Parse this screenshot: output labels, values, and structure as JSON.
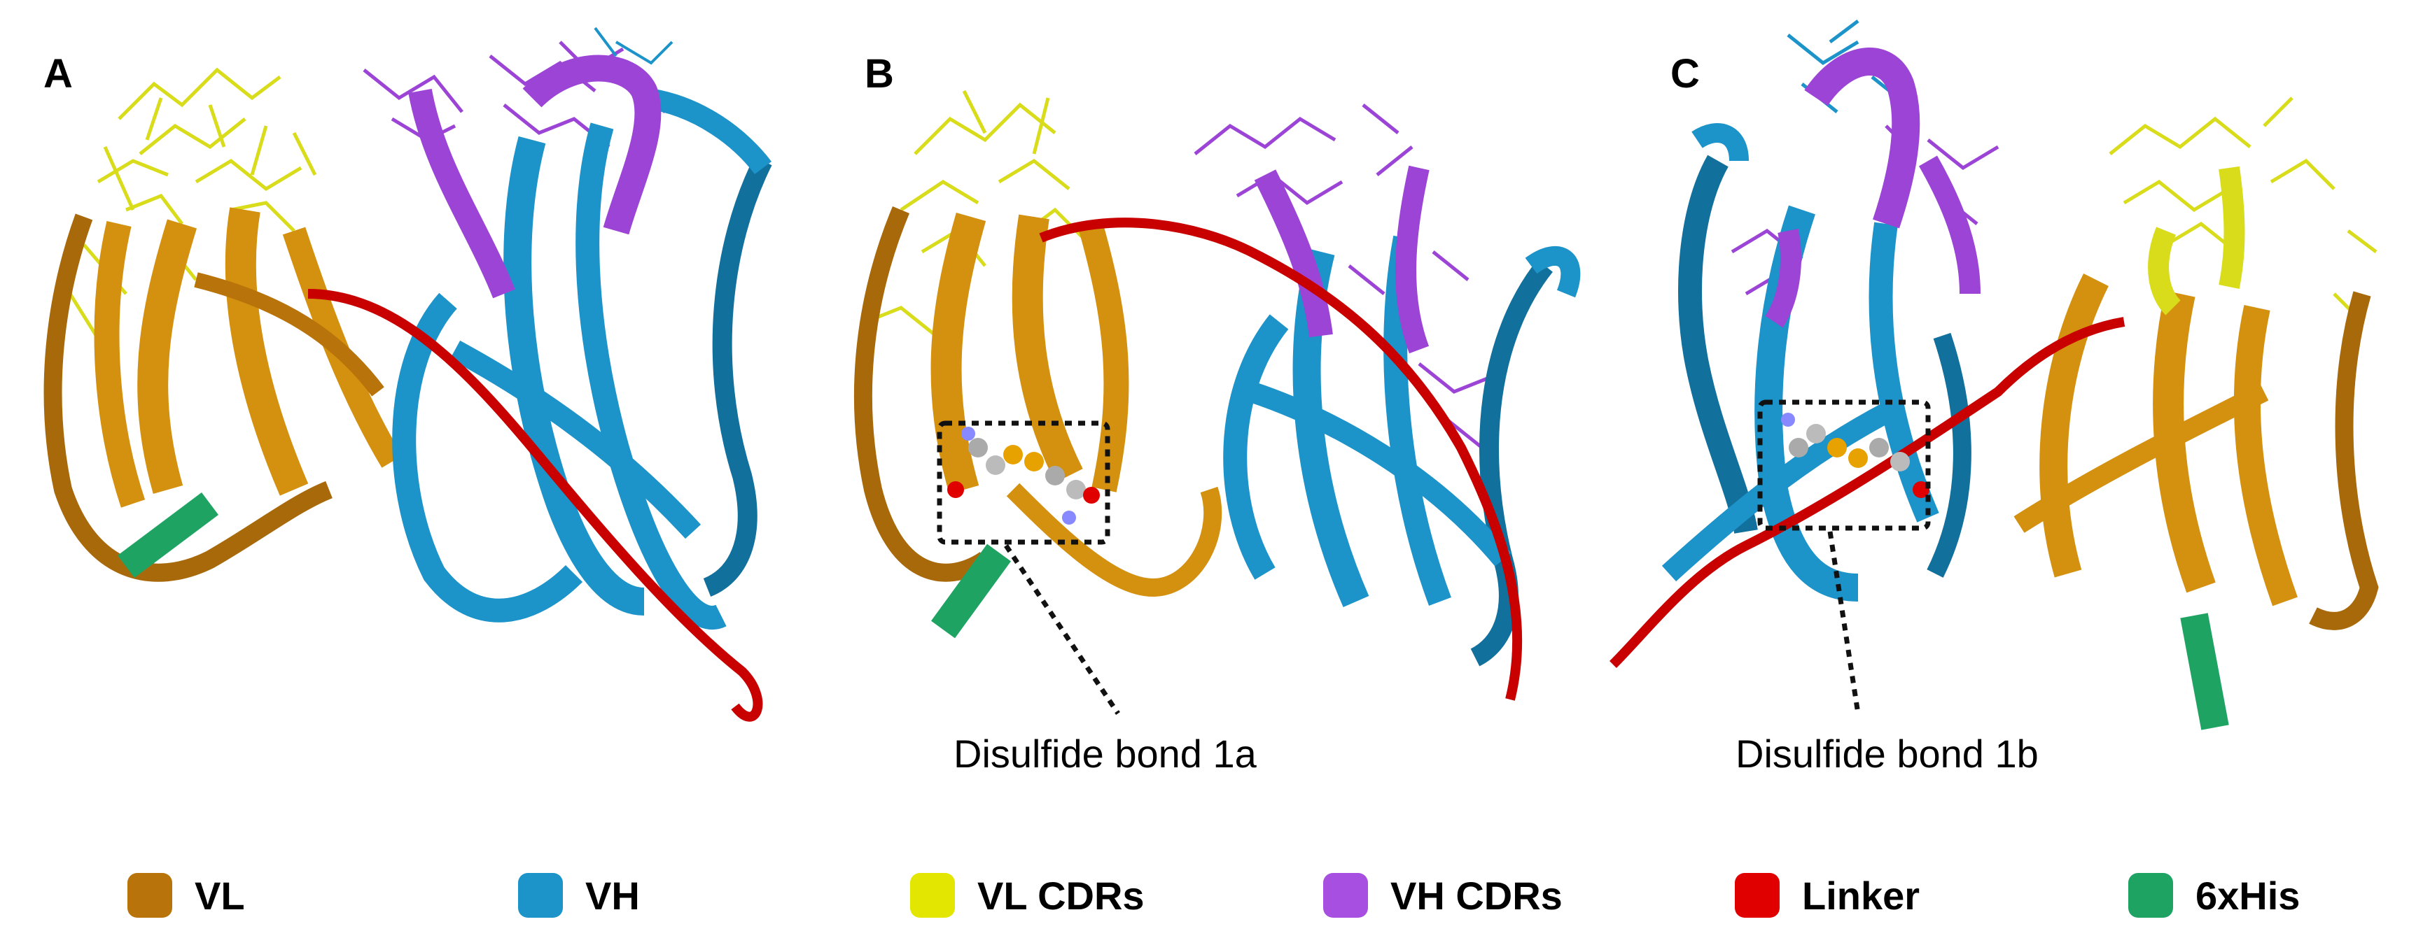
{
  "panels": [
    {
      "letter": "A",
      "caption": ""
    },
    {
      "letter": "B",
      "caption": "Disulfide bond 1a"
    },
    {
      "letter": "C",
      "caption": "Disulfide bond 1b"
    }
  ],
  "legend": [
    {
      "label": "VL",
      "color": "#B8730A"
    },
    {
      "label": "VH",
      "color": "#1C93C9"
    },
    {
      "label": "VL CDRs",
      "color": "#E3E600"
    },
    {
      "label": "VH CDRs",
      "color": "#A64FE0"
    },
    {
      "label": "Linker",
      "color": "#E00000"
    },
    {
      "label": "6xHis",
      "color": "#1FA363"
    }
  ],
  "colors": {
    "vl": "#D4900F",
    "vl_dark": "#A8690A",
    "vh": "#1C93C9",
    "vh_dark": "#12709D",
    "vl_cdr": "#D8DC1A",
    "vh_cdr": "#9B44D6",
    "linker": "#C80000",
    "his": "#1FA363"
  }
}
